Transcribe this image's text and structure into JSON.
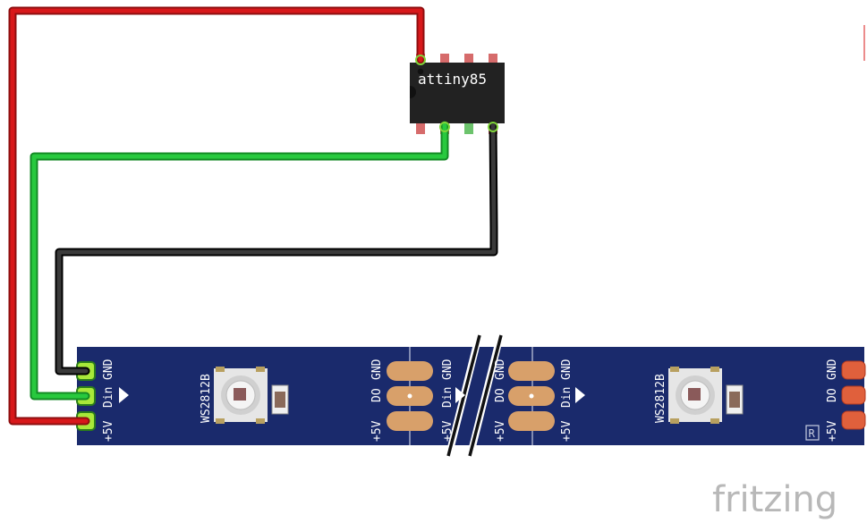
{
  "chip": {
    "label": "attiny85"
  },
  "strip": {
    "pin_gnd": "GND",
    "pin_din": "Din",
    "pin_5v": "+5V",
    "pin_do": "DO",
    "led_label": "WS2812B",
    "registered_mark": "R"
  },
  "watermark": {
    "text": "fritzing"
  },
  "colors": {
    "wire_red": "#c8181a",
    "wire_green": "#22b938",
    "wire_black": "#222222",
    "strip_blue": "#1a2a6c",
    "chip_body": "#222222",
    "pad_orange": "#d8a06a",
    "pin_red": "#d66b6b",
    "pin_green": "#6cc36c"
  },
  "icons": {
    "direction_arrow": "triangle-right-icon",
    "cut_mark": "double-slash-icon",
    "led_package": "smd-led-icon",
    "resistor_cap": "smd-capacitor-icon"
  }
}
